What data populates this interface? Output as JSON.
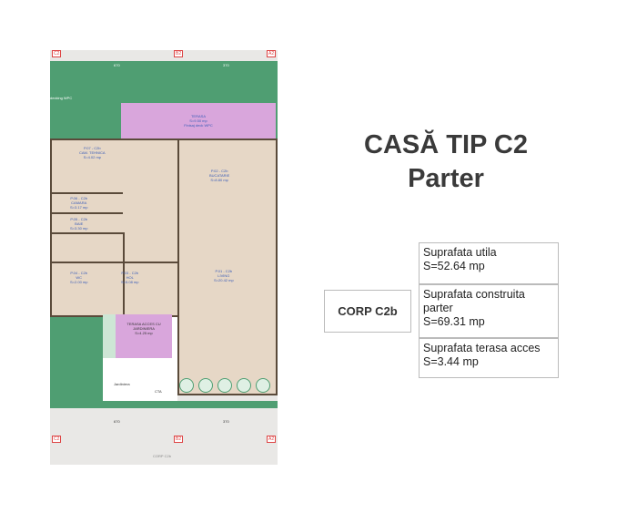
{
  "title": {
    "line1": "CASĂ TIP C2",
    "line2": "Parter"
  },
  "corp": "CORP C2b",
  "areas": [
    {
      "label": "Suprafata utila",
      "value": "S=52.64  mp"
    },
    {
      "label": "Suprafata construita parter",
      "value": "S=69.31  mp"
    },
    {
      "label": "Suprafata terasa acces",
      "value": "S=3.44  mp"
    }
  ],
  "plan": {
    "axes": [
      "C2",
      "B2",
      "A2"
    ],
    "dims_top": [
      "670",
      "370"
    ],
    "terasa": {
      "name": "TERASA",
      "area": "S=9.50 mp",
      "finish": "Finisaj deck WPC"
    },
    "decking": "decking WPC",
    "rooms": [
      {
        "code": "P.07 - C2b",
        "name": "CAM. TEHNICA",
        "area": "S=4.02 mp"
      },
      {
        "code": "P.02 - C2b",
        "name": "BUCATARIE",
        "area": "S=8.80 mp"
      },
      {
        "code": "P.06 - C2b",
        "name": "CAMARA",
        "area": "S=3.17 mp"
      },
      {
        "code": "P.05 - C2b",
        "name": "BAIE",
        "area": "S=3.30 mp"
      },
      {
        "code": "P.04 - C2b",
        "name": "WC",
        "area": "S=2.00 mp"
      },
      {
        "code": "P.03 - C2b",
        "name": "HOL",
        "area": "S=5.08 mp"
      },
      {
        "code": "P.01 - C2b",
        "name": "LIVING",
        "area": "S=20.42 mp"
      }
    ],
    "terasa_acces": {
      "name": "TERASA ACCES CU JARDINIERA",
      "area": "S=4.25 mp"
    },
    "jardiniera": "Jardiniera",
    "cta": "CTA",
    "corp_label": "CORP C2b"
  }
}
